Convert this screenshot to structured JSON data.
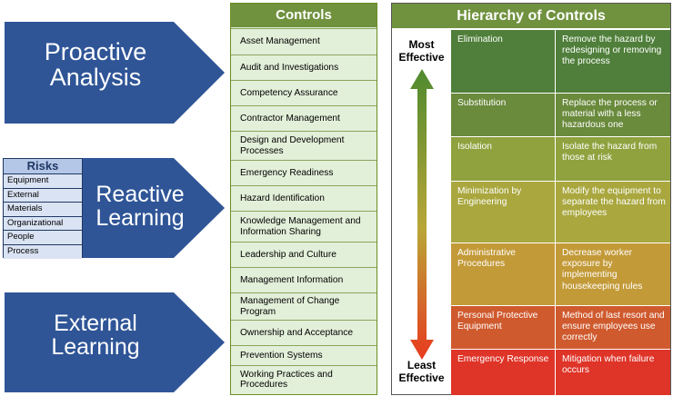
{
  "arrows": {
    "proactive": [
      "Proactive",
      "Analysis"
    ],
    "reactive": [
      "Reactive",
      "Learning"
    ],
    "external": [
      "External",
      "Learning"
    ],
    "fill_color": "#2f5597"
  },
  "risks": {
    "title": "Risks",
    "items": [
      "Equipment",
      "External",
      "Materials",
      "Organizational",
      "People",
      "Process"
    ]
  },
  "controls": {
    "title": "Controls",
    "items": [
      "Asset Management",
      "Audit and Investigations",
      "Competency Assurance",
      "Contractor Management",
      "Design and Development Processes",
      "Emergency Readiness",
      "Hazard Identification",
      "Knowledge Management and Information Sharing",
      "Leadership and Culture",
      "Management Information",
      "Management of Change Program",
      "Ownership and Acceptance",
      "Prevention Systems",
      "Working Practices and Procedures"
    ]
  },
  "hierarchy": {
    "title": "Hierarchy of Controls",
    "most_effective": [
      "Most",
      "Effective"
    ],
    "least_effective": [
      "Least",
      "Effective"
    ],
    "rows": [
      {
        "control": "Elimination",
        "description": "Remove the hazard by redesigning or removing the process",
        "color": "#4f7f3a"
      },
      {
        "control": "Substitution",
        "description": "Replace the process or material with a less hazardous one",
        "color": "#6a8a3c"
      },
      {
        "control": "Isolation",
        "description": "Isolate the hazard from those at risk",
        "color": "#8fa23e"
      },
      {
        "control": "Minimization by Engineering",
        "description": "Modify the equipment to separate the hazard from employees",
        "color": "#a9a73e"
      },
      {
        "control": "Administrative Procedures",
        "description": "Decrease worker exposure by implementing housekeeping rules",
        "color": "#c39a38"
      },
      {
        "control": "Personal Protective Equipment",
        "description": "Method of last resort and ensure employees use correctly",
        "color": "#cf5a2e"
      },
      {
        "control": "Emergency Response",
        "description": "Mitigation when failure occurs",
        "color": "#df3428"
      }
    ]
  }
}
